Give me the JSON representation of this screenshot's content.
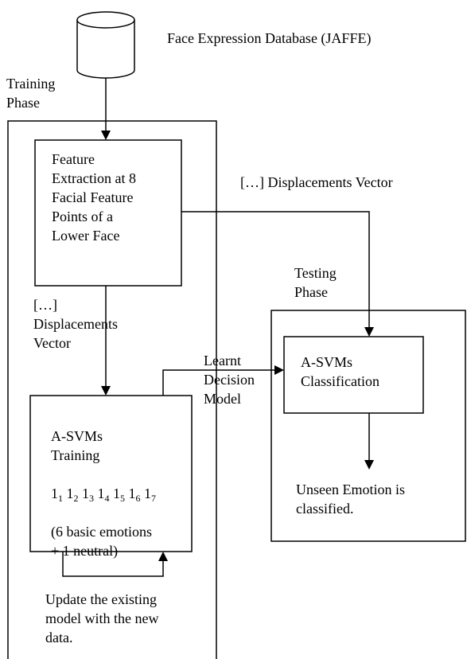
{
  "database": {
    "label": "Face Expression Database (JAFFE)"
  },
  "training_phase": {
    "label": "Training\nPhase"
  },
  "testing_phase": {
    "label": "Testing\nPhase"
  },
  "feature_extraction_box": {
    "text": "Feature\nExtraction at 8\nFacial Feature\nPoints of a\nLower Face"
  },
  "displacement_top": {
    "text": "[…] Displacements Vector"
  },
  "displacement_left": {
    "text": "[…]\nDisplacements\nVector"
  },
  "training_box": {
    "title": "A-SVMs\nTraining",
    "labels": [
      {
        "base": "1",
        "sub": "1"
      },
      {
        "base": "1",
        "sub": "2"
      },
      {
        "base": "1",
        "sub": "3"
      },
      {
        "base": "1",
        "sub": "4"
      },
      {
        "base": "1",
        "sub": "5"
      },
      {
        "base": "1",
        "sub": "6"
      },
      {
        "base": "1",
        "sub": "7"
      }
    ],
    "note": "(6 basic emotions\n+ 1 neutral)"
  },
  "learnt_model": {
    "text": "Learnt\nDecision\nModel"
  },
  "classification_box": {
    "text": "A-SVMs\nClassification"
  },
  "result": {
    "text": "Unseen Emotion is\nclassified."
  },
  "update_note": {
    "text": "Update the existing\nmodel with the new\ndata."
  }
}
